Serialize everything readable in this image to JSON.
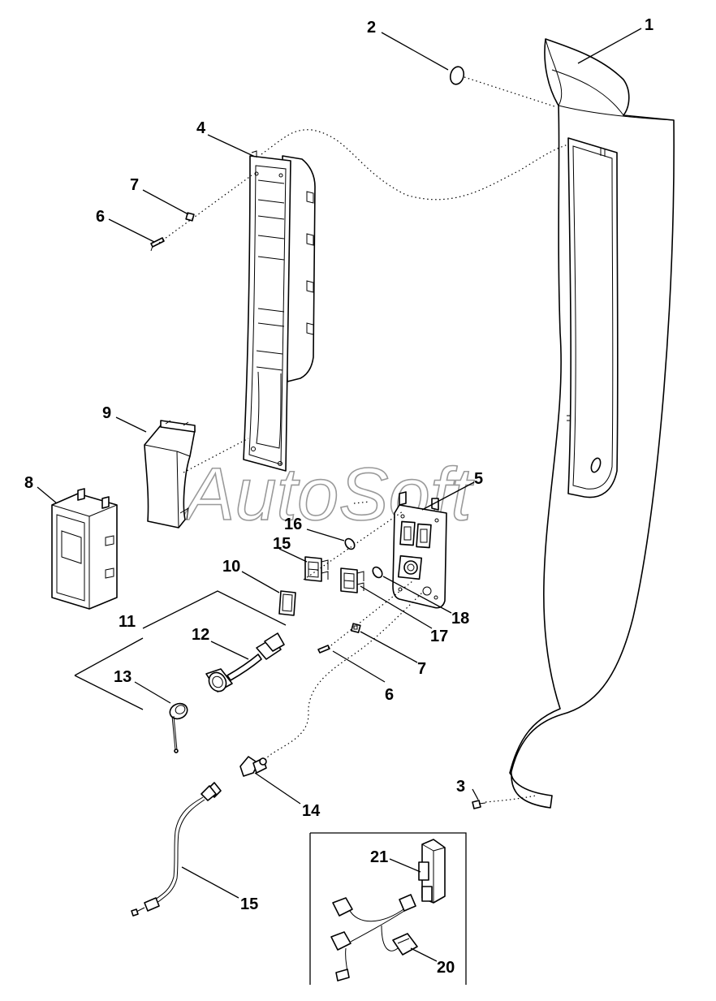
{
  "watermark": "AutoSoft",
  "callouts": [
    {
      "id": "c1",
      "label": "1"
    },
    {
      "id": "c2",
      "label": "2"
    },
    {
      "id": "c3",
      "label": "3"
    },
    {
      "id": "c4",
      "label": "4"
    },
    {
      "id": "c5",
      "label": "5"
    },
    {
      "id": "c6a",
      "label": "6"
    },
    {
      "id": "c6b",
      "label": "6"
    },
    {
      "id": "c7a",
      "label": "7"
    },
    {
      "id": "c7b",
      "label": "7"
    },
    {
      "id": "c8",
      "label": "8"
    },
    {
      "id": "c9",
      "label": "9"
    },
    {
      "id": "c10",
      "label": "10"
    },
    {
      "id": "c11",
      "label": "11"
    },
    {
      "id": "c12",
      "label": "12"
    },
    {
      "id": "c13",
      "label": "13"
    },
    {
      "id": "c14",
      "label": "14"
    },
    {
      "id": "c15a",
      "label": "15"
    },
    {
      "id": "c15b",
      "label": "15"
    },
    {
      "id": "c16",
      "label": "16"
    },
    {
      "id": "c17",
      "label": "17"
    },
    {
      "id": "c18",
      "label": "18"
    },
    {
      "id": "c20",
      "label": "20"
    },
    {
      "id": "c21",
      "label": "21"
    }
  ]
}
